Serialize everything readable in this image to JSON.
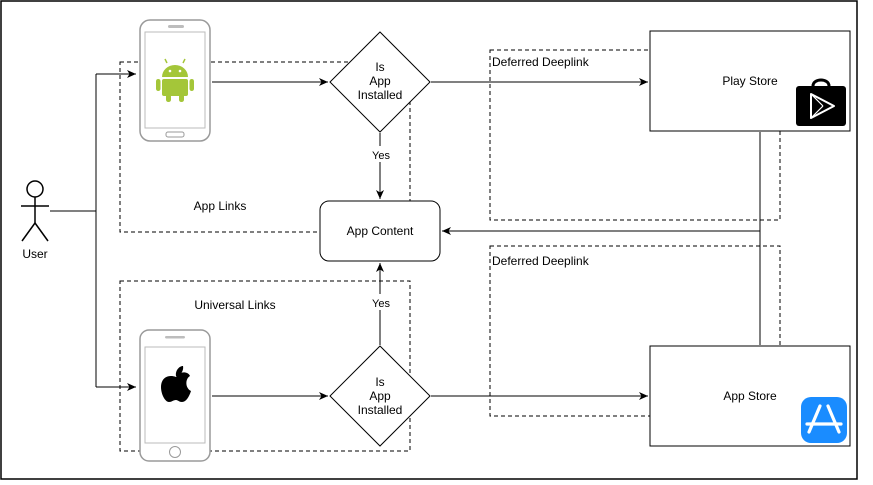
{
  "nodes": {
    "user_label": "User",
    "decision_top": [
      "Is",
      "App",
      "Installed"
    ],
    "decision_bottom": [
      "Is",
      "App",
      "Installed"
    ],
    "app_content": "App Content",
    "play_store": "Play Store",
    "app_store": "App Store"
  },
  "groups": {
    "app_links": "App Links",
    "universal_links": "Universal Links",
    "deferred_top": "Deferred Deeplink",
    "deferred_bottom": "Deferred Deeplink"
  },
  "edges": {
    "yes_top": "Yes",
    "yes_bottom": "Yes"
  },
  "icons": {
    "android": "android-logo-icon",
    "apple": "apple-logo-icon",
    "play_store": "play-store-icon",
    "app_store": "app-store-icon",
    "user": "user-actor-icon"
  },
  "colors": {
    "android_green": "#a4c639",
    "app_store_blue": "#1a8cff",
    "play_icon_bg": "#000000"
  }
}
